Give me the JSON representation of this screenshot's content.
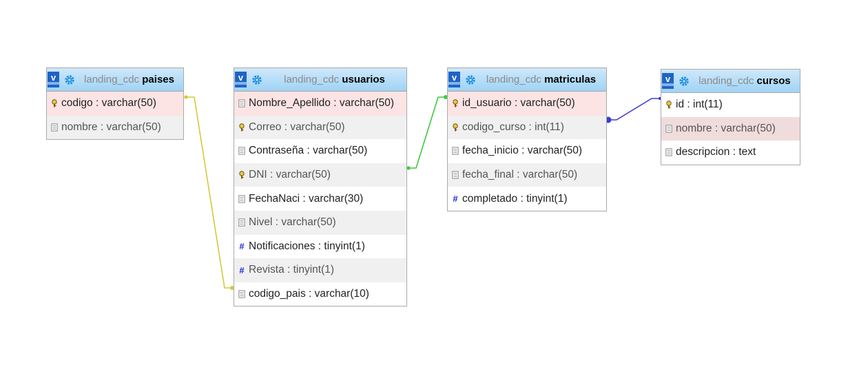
{
  "tables": {
    "paises": {
      "db": "landing_cdc",
      "name": "paises",
      "columns": [
        {
          "name": "codigo",
          "type": "varchar(50)",
          "kind": "key"
        },
        {
          "name": "nombre",
          "type": "varchar(50)",
          "kind": "text"
        }
      ]
    },
    "usuarios": {
      "db": "landing_cdc",
      "name": "usuarios",
      "columns": [
        {
          "name": "Nombre_Apellido",
          "type": "varchar(50)",
          "kind": "text"
        },
        {
          "name": "Correo",
          "type": "varchar(50)",
          "kind": "key"
        },
        {
          "name": "Contraseña",
          "type": "varchar(50)",
          "kind": "text"
        },
        {
          "name": "DNI",
          "type": "varchar(50)",
          "kind": "key"
        },
        {
          "name": "FechaNaci",
          "type": "varchar(30)",
          "kind": "text"
        },
        {
          "name": "Nivel",
          "type": "varchar(50)",
          "kind": "text"
        },
        {
          "name": "Notificaciones",
          "type": "tinyint(1)",
          "kind": "number"
        },
        {
          "name": "Revista",
          "type": "tinyint(1)",
          "kind": "number"
        },
        {
          "name": "codigo_pais",
          "type": "varchar(10)",
          "kind": "text"
        }
      ]
    },
    "matriculas": {
      "db": "landing_cdc",
      "name": "matriculas",
      "columns": [
        {
          "name": "id_usuario",
          "type": "varchar(50)",
          "kind": "key"
        },
        {
          "name": "codigo_curso",
          "type": "int(11)",
          "kind": "key"
        },
        {
          "name": "fecha_inicio",
          "type": "varchar(50)",
          "kind": "text"
        },
        {
          "name": "fecha_final",
          "type": "varchar(50)",
          "kind": "text"
        },
        {
          "name": "completado",
          "type": "tinyint(1)",
          "kind": "number"
        }
      ]
    },
    "cursos": {
      "db": "landing_cdc",
      "name": "cursos",
      "columns": [
        {
          "name": "id",
          "type": "int(11)",
          "kind": "key"
        },
        {
          "name": "nombre",
          "type": "varchar(50)",
          "kind": "text"
        },
        {
          "name": "descripcion",
          "type": "text",
          "kind": "text"
        }
      ]
    }
  },
  "labels": {
    "toggle": "v",
    "separator": " : "
  },
  "colors": {
    "rel_paises_usuarios": "#d4c93a",
    "rel_usuarios_matriculas": "#3ec93e",
    "rel_matriculas_cursos": "#3b3bd4",
    "key_icon": "#b8941f",
    "field_icon": "#9a9a9a",
    "number_icon": "#1a2fd6"
  }
}
